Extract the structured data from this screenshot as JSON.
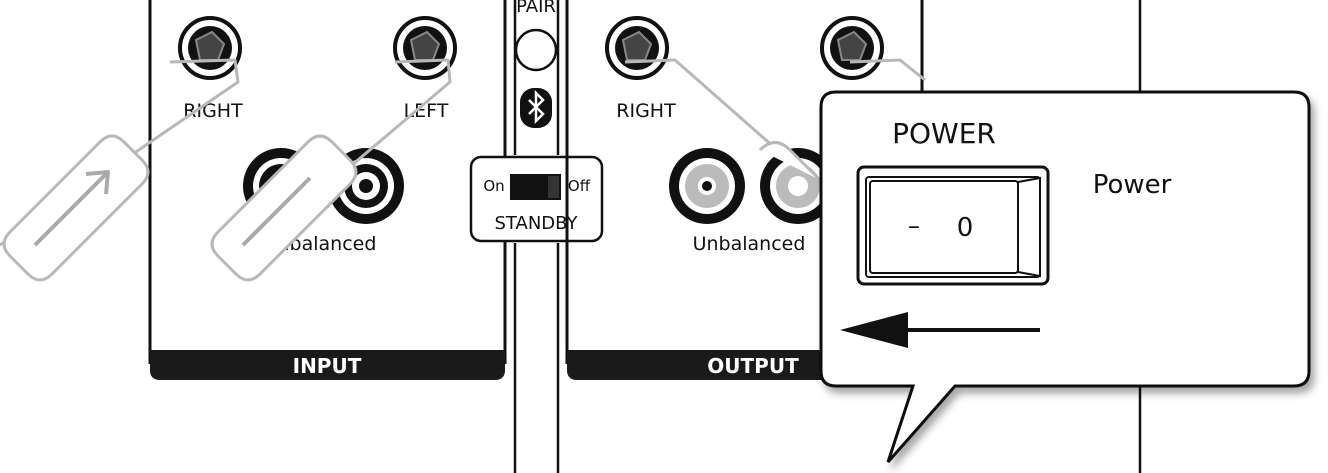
{
  "pair_label": "PAIR",
  "standby": {
    "on_label": "On",
    "off_label": "Off",
    "label": "STANDBY"
  },
  "input_panel": {
    "right_label": "RIGHT",
    "left_label": "LEFT",
    "unbalanced_label": "Unbalanced",
    "title": "INPUT"
  },
  "output_panel": {
    "right_label": "RIGHT",
    "unbalanced_label": "Unbalanced",
    "title": "OUTPUT"
  },
  "callout": {
    "title": "POWER",
    "switch_off_mark": "–",
    "switch_on_mark": "0",
    "caption": "Power"
  },
  "icons": [
    "bluetooth-icon",
    "arrow-left-icon",
    "cable-plug-icon"
  ]
}
